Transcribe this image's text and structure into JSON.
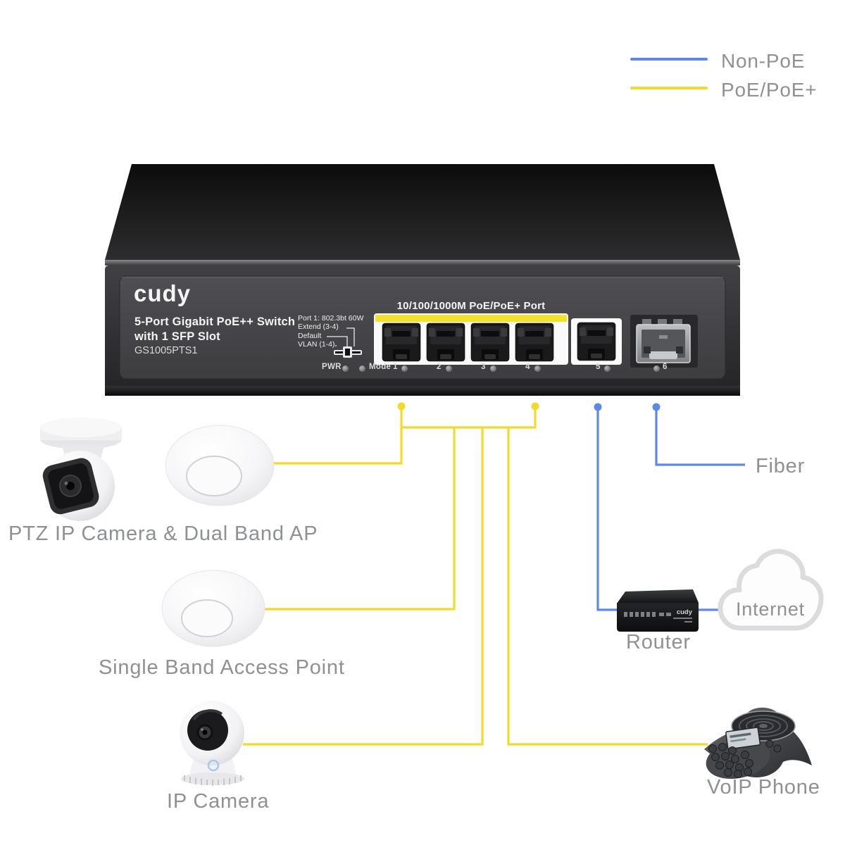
{
  "legend": {
    "non_poe": {
      "label": "Non-PoE",
      "color": "#5d88e8"
    },
    "poe": {
      "label": "PoE/PoE+",
      "color": "#f2da2c"
    }
  },
  "switch": {
    "brand": "cudy",
    "title_line1": "5-Port Gigabit PoE++ Switch",
    "title_line2": "with 1 SFP Slot",
    "model": "GS1005PTS1",
    "dip_notes": [
      "Port 1: 802.3bt 60W",
      "Extend (3-4)",
      "Default",
      "VLAN (1-4)"
    ],
    "ports_header": "10/100/1000M PoE/PoE+ Port",
    "leds": {
      "pwr": "PWR",
      "mode": "Mode",
      "port_numbers": [
        "1",
        "2",
        "3",
        "4",
        "5",
        "6"
      ]
    }
  },
  "devices": {
    "ptz_and_ap_label": "PTZ IP Camera & Dual Band AP",
    "single_ap_label": "Single Band Access Point",
    "ip_camera_label": "IP Camera",
    "router_label": "Router",
    "router_brand": "cudy",
    "internet_label": "Internet",
    "voip_label": "VoIP Phone",
    "fiber_label": "Fiber"
  },
  "colors": {
    "non_poe_line": "#5d88e8",
    "poe_line": "#f2da2c",
    "poe_stripe": "#f3e12e",
    "label_gray": "#8e9092"
  }
}
